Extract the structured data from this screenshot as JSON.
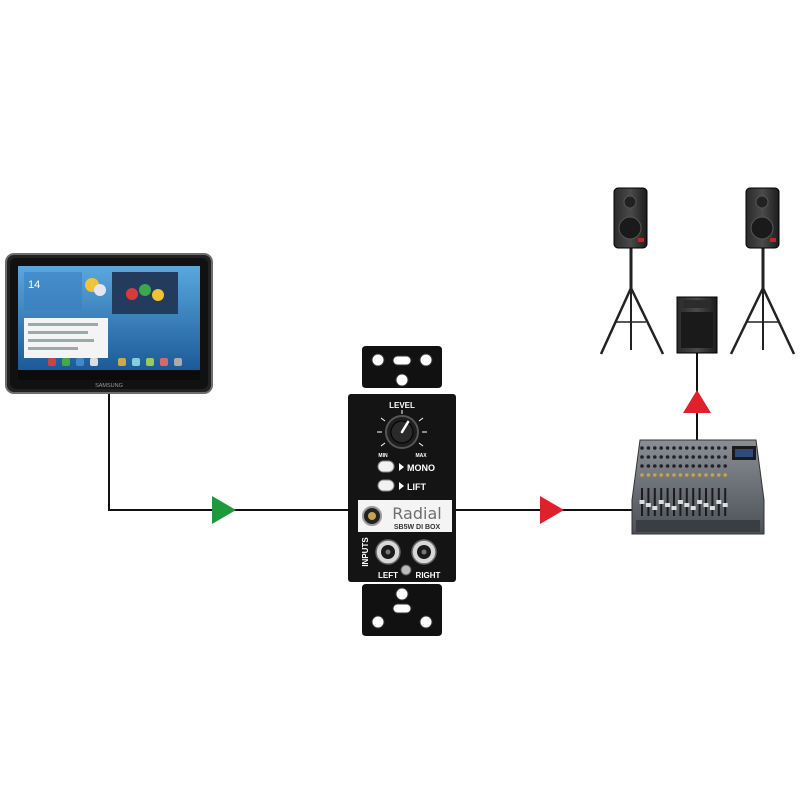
{
  "devices": {
    "tablet": {
      "brand": "SAMSUNG",
      "clock": "14"
    },
    "di_box": {
      "level_label": "LEVEL",
      "min_label": "MIN",
      "max_label": "MAX",
      "mono_label": "MONO",
      "lift_label": "LIFT",
      "brand": "Radial",
      "model": "SB5W DI BOX",
      "inputs_label": "INPUTS",
      "left_label": "LEFT",
      "right_label": "RIGHT"
    }
  },
  "colors": {
    "cable": "#111111",
    "arrow_green": "#1e9a3c",
    "arrow_red": "#e0202a",
    "panel": "#141414",
    "screen_blue": "#1d4e86"
  }
}
